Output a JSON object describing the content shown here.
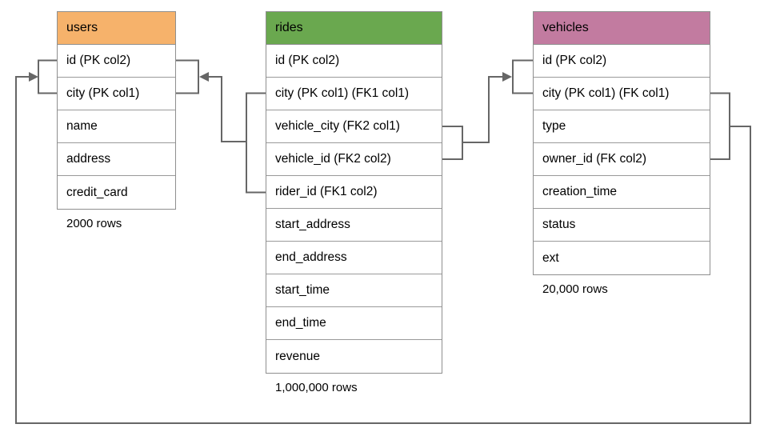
{
  "colors": {
    "background": "#ffffff",
    "table_border": "#8f8f8f",
    "row_divider": "#9a9a9a",
    "line": "#666666",
    "text": "#000000",
    "users_header": "#F6B26B",
    "rides_header": "#6AA84F",
    "vehicles_header": "#C27BA0"
  },
  "tables": [
    {
      "id": "users",
      "title": "users",
      "header_color": "#F6B26B",
      "columns": [
        "id (PK col2)",
        "city (PK col1)",
        "name",
        "address",
        "credit_card"
      ],
      "row_count": "2000 rows"
    },
    {
      "id": "rides",
      "title": "rides",
      "header_color": "#6AA84F",
      "columns": [
        "id (PK col2)",
        "city (PK col1) (FK1 col1)",
        "vehicle_city (FK2 col1)",
        "vehicle_id (FK2 col2)",
        "rider_id (FK1 col2)",
        "start_address",
        "end_address",
        "start_time",
        "end_time",
        "revenue"
      ],
      "row_count": "1,000,000 rows"
    },
    {
      "id": "vehicles",
      "title": "vehicles",
      "header_color": "#C27BA0",
      "columns": [
        "id (PK col2)",
        "city (PK col1) (FK col1)",
        "type",
        "owner_id (FK col2)",
        "creation_time",
        "status",
        "ext"
      ],
      "row_count": "20,000 rows"
    }
  ],
  "relationships": [
    {
      "id": "rides-to-users",
      "from_table": "rides",
      "from_columns": [
        "city (FK1 col1)",
        "rider_id (FK1 col2)"
      ],
      "to_table": "users",
      "to_columns": [
        "id (PK col2)",
        "city (PK col1)"
      ],
      "arrow_points_at": "users"
    },
    {
      "id": "rides-to-vehicles",
      "from_table": "rides",
      "from_columns": [
        "vehicle_city (FK2 col1)",
        "vehicle_id (FK2 col2)"
      ],
      "to_table": "vehicles",
      "to_columns": [
        "id (PK col2)",
        "city (PK col1)"
      ],
      "arrow_points_at": "vehicles"
    },
    {
      "id": "vehicles-to-users",
      "from_table": "vehicles",
      "from_columns": [
        "city (FK col1)",
        "owner_id (FK col2)"
      ],
      "to_table": "users",
      "to_columns": [
        "id (PK col2)",
        "city (PK col1)"
      ],
      "arrow_points_at": "users"
    }
  ]
}
